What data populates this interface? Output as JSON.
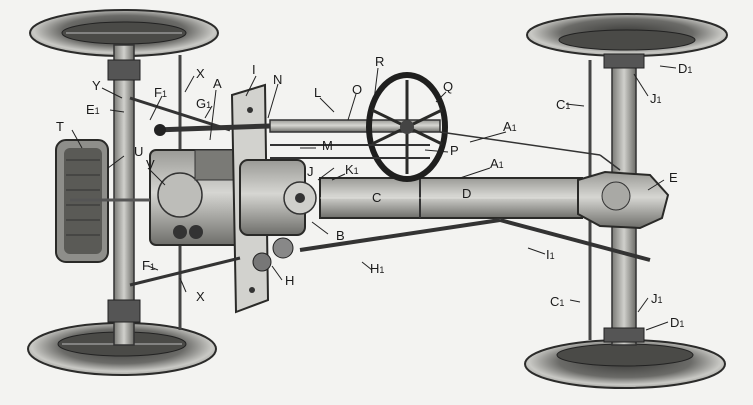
{
  "labels": {
    "T": "T",
    "Y": "Y",
    "E1": "E",
    "E1_sub": "1",
    "F1_top": "F",
    "F1_top_sub": "1",
    "X_top": "X",
    "A": "A",
    "G1": "G",
    "G1_sub": "1",
    "I": "I",
    "N": "N",
    "L": "L",
    "O": "O",
    "R": "R",
    "Q": "Q",
    "A1_top": "A",
    "A1_top_sub": "1",
    "M": "M",
    "P": "P",
    "A1_mid": "A",
    "A1_mid_sub": "1",
    "U": "U",
    "V": "V",
    "J": "J",
    "K1": "K",
    "K1_sub": "1",
    "C": "C",
    "D": "D",
    "B": "B",
    "H": "H",
    "H1": "H",
    "H1_sub": "1",
    "F1_bot": "F",
    "F1_bot_sub": "1",
    "X_bot": "X",
    "I1": "I",
    "I1_sub": "1",
    "D1_top": "D",
    "D1_top_sub": "1",
    "J1_top": "J",
    "J1_top_sub": "1",
    "C1_top": "C",
    "C1_top_sub": "1",
    "E": "E",
    "C1_bot": "C",
    "C1_bot_sub": "1",
    "J1_bot": "J",
    "J1_bot_sub": "1",
    "D1_bot": "D",
    "D1_bot_sub": "1"
  }
}
